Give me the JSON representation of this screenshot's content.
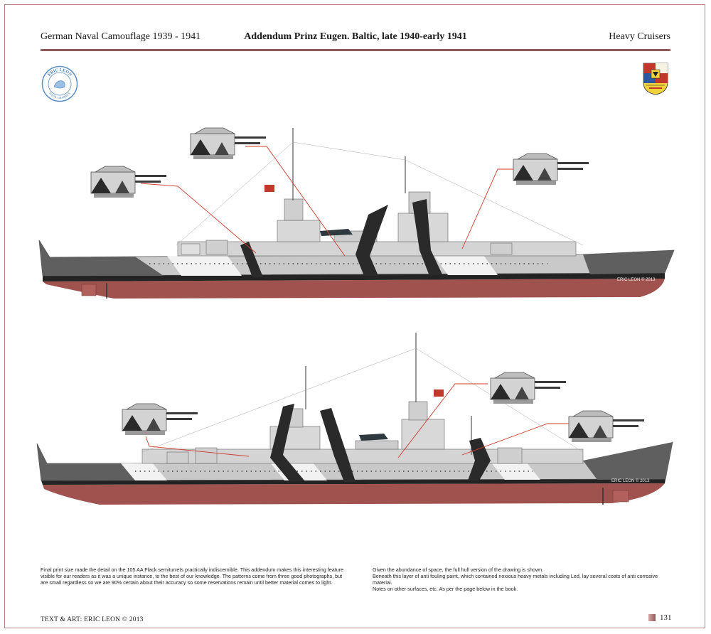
{
  "header": {
    "left": "German Naval Camouflage 1939 - 1941",
    "center": "Addendum Prinz Eugen. Baltic, late 1940-early 1941",
    "right": "Heavy Cruisers"
  },
  "seal": {
    "line1": "ERIC LEON",
    "line2": "NAVAL GRAPHICS"
  },
  "watermark": "ERIC LEON © 2013",
  "notes": {
    "left": "Final print size made the detail on the 105 AA Flack semiturrets practically indiscernible. This addendum makes this interesting feature visible for our readers as it was a unique instance, to the best of our knowledge. The patterns come from three good photographs, but are small regardless so we are 90% certain about their accuracy  so  some reservations remain until better material comes to light.",
    "right_1": "Given the abundance of space, the full hull version of the drawing is shown.",
    "right_2": "Beneath this layer of anti fouling paint, which contained noxious heavy metals including Led, lay several coats of anti corrosive material.",
    "right_3": "Notes on other surfaces, etc. As per the page below in the book."
  },
  "footer": {
    "credit": "TEXT & ART: ERIC LEON © 2013",
    "page": "131"
  },
  "colors": {
    "hull_dark": "#5f5f5f",
    "hull_light": "#c9c9c9",
    "hull_white": "#f2f2f2",
    "boot_black": "#232323",
    "antifouling": "#a0524f",
    "stripe": "#2a2a2a",
    "callout": "#d23a2a",
    "rule": "#8d5a58"
  }
}
